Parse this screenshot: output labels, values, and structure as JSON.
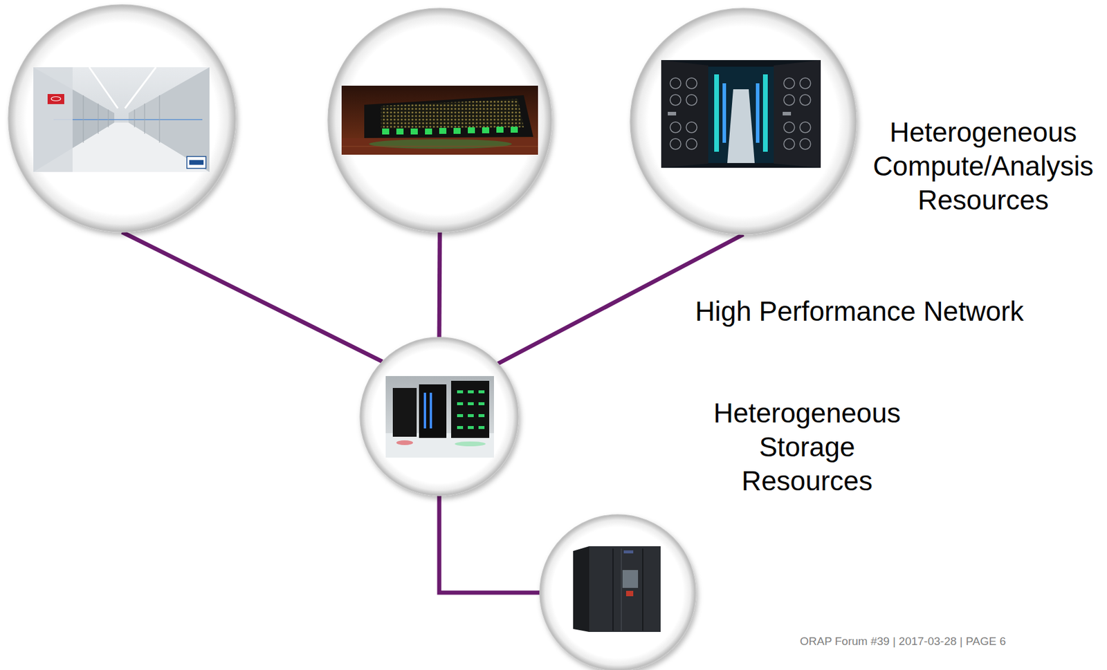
{
  "diagram": {
    "nodes": [
      {
        "text": []
      },
      {
        "text": []
      },
      {
        "text": []
      },
      {
        "text": []
      },
      {
        "text": []
      }
    ],
    "edges": [
      {
        "from": 0,
        "to": 3,
        "arrow": "none"
      },
      {
        "from": 1,
        "to": 3,
        "arrow": "none"
      },
      {
        "from": 2,
        "to": 3,
        "arrow": "none"
      },
      {
        "from": 3,
        "to": 4,
        "arrow": "none"
      }
    ],
    "labels": [
      "Heterogeneous Compute/Analysis Resources",
      "High Performance Network",
      "Heterogeneous Storage Resources",
      "ORAP Forum #39 | 2017-03-28 | PAGE 6"
    ]
  }
}
